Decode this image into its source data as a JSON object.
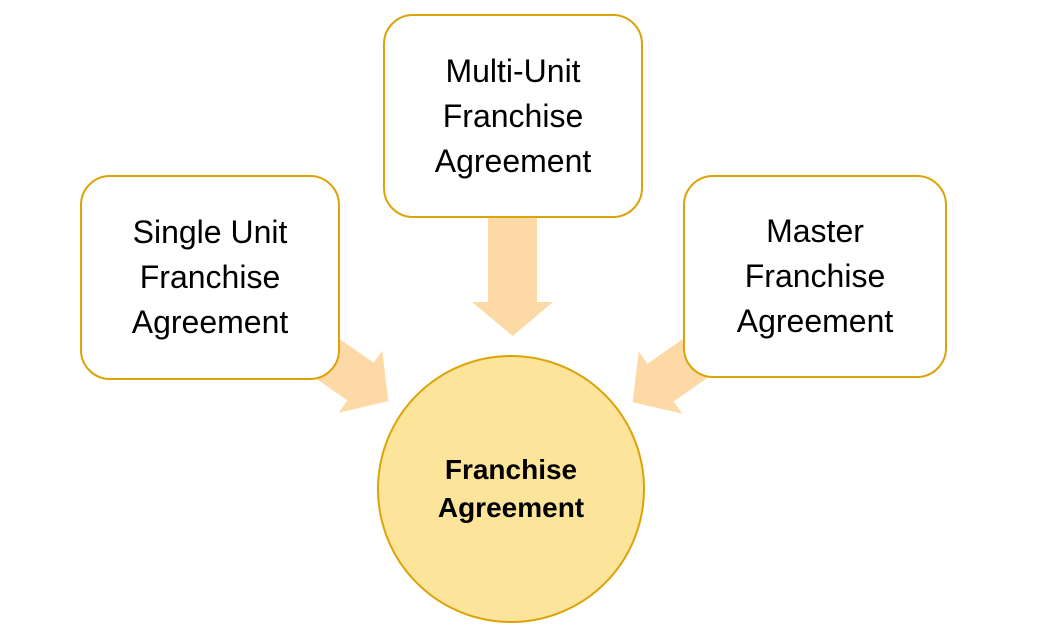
{
  "colors": {
    "outline": "#DCA307",
    "circle_fill": "#FDE49B",
    "arrow_fill": "#FDDAA5",
    "box_fill": "#FFFFFF",
    "text": "#000000"
  },
  "nodes": {
    "single_unit": {
      "label": "Single Unit\nFranchise\nAgreement"
    },
    "multi_unit": {
      "label": "Multi-Unit\nFranchise\nAgreement"
    },
    "master": {
      "label": "Master\nFranchise\nAgreement"
    },
    "center": {
      "label": "Franchise\nAgreement"
    }
  },
  "icons": {
    "arrow_down": "block arrow pointing down from Multi-Unit box to center circle",
    "arrow_down_right": "block arrow pointing down-right from Single Unit box to center circle",
    "arrow_down_left": "block arrow pointing down-left from Master box to center circle"
  }
}
